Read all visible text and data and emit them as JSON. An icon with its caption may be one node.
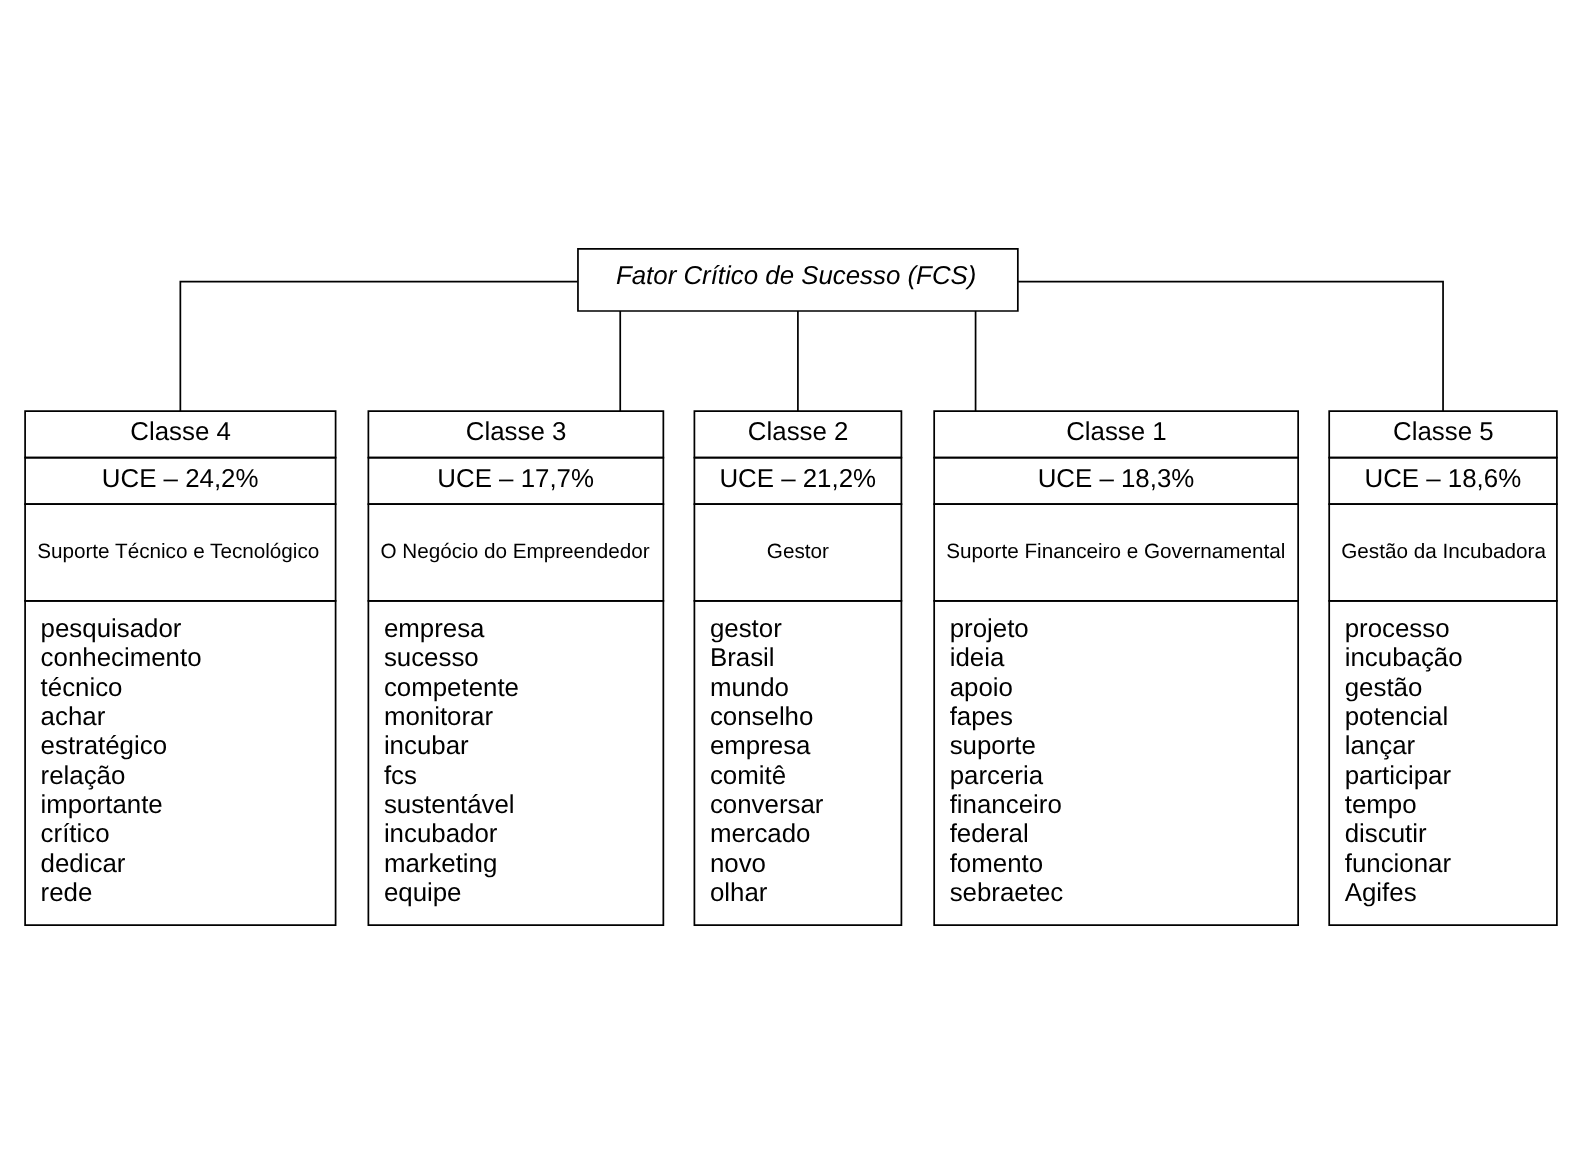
{
  "diagram": {
    "nodes": [
      {
        "text": [
          "Fator Crítico de Sucesso (FCS)"
        ]
      },
      {
        "text": [
          "Classe 4",
          "UCE – 24,2%",
          "Suporte Técnico e Tecnológico",
          "pesquisador",
          "conhecimento",
          "técnico",
          "achar",
          "estratégico",
          "relação",
          "importante",
          "crítico",
          "dedicar",
          "rede"
        ]
      },
      {
        "text": [
          "Classe 3",
          "UCE – 17,7%",
          "O Negócio do Empreendedor",
          "empresa",
          "sucesso",
          "competente",
          "monitorar",
          "incubar",
          "fcs",
          "sustentável",
          "incubador",
          "marketing",
          "equipe"
        ]
      },
      {
        "text": [
          "Classe 2",
          "UCE – 21,2%",
          "Gestor",
          "gestor",
          "Brasil",
          "mundo",
          "conselho",
          "empresa",
          "comitê",
          "conversar",
          "mercado",
          "novo",
          "olhar"
        ]
      },
      {
        "text": [
          "Classe 1",
          "UCE – 18,3%",
          "Suporte Financeiro e Governamental",
          "projeto",
          "ideia",
          "apoio",
          "fapes",
          "suporte",
          "parceria",
          "financeiro",
          "federal",
          "fomento",
          "sebraetec"
        ]
      },
      {
        "text": [
          "Classe 5",
          "UCE – 18,6%",
          "Gestão da Incubadora",
          "processo",
          "incubação",
          "gestão",
          "potencial",
          "lançar",
          "participar",
          "tempo",
          "discutir",
          "funcionar",
          "Agifes"
        ]
      }
    ],
    "edges": [
      {
        "from": 0,
        "to": 1,
        "arrow": "none"
      },
      {
        "from": 0,
        "to": 2,
        "arrow": "none"
      },
      {
        "from": 0,
        "to": 3,
        "arrow": "none"
      },
      {
        "from": 0,
        "to": 4,
        "arrow": "none"
      },
      {
        "from": 0,
        "to": 5,
        "arrow": "none"
      }
    ]
  }
}
